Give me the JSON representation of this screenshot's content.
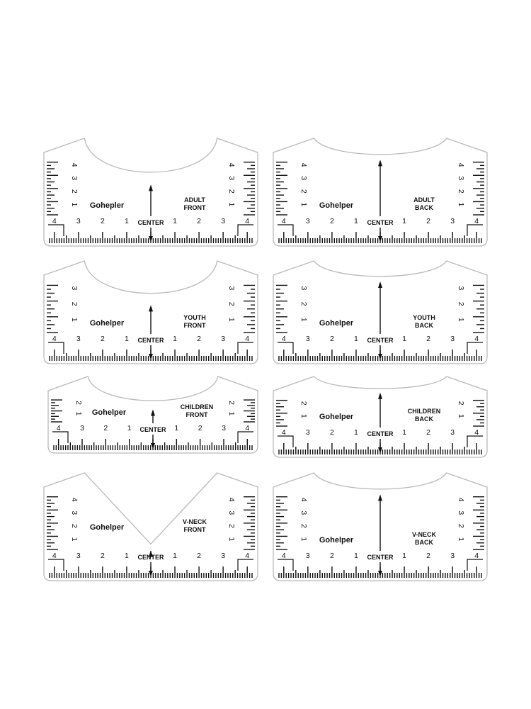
{
  "rulers": [
    {
      "id": "adult-front",
      "brand": "Gohepler",
      "line1": "ADULT",
      "line2": "FRONT",
      "center_label": "CENTER",
      "neck": "round",
      "side_scale": [
        "4",
        "3",
        "2",
        "1"
      ],
      "bottom_left": [
        "4",
        "3",
        "2",
        "1"
      ],
      "bottom_right": [
        "1",
        "2",
        "3",
        "4"
      ]
    },
    {
      "id": "adult-back",
      "brand": "Gohelper",
      "line1": "ADULT",
      "line2": "BACK",
      "center_label": "CENTER",
      "neck": "shallow",
      "side_scale": [
        "4",
        "3",
        "2",
        "1"
      ],
      "bottom_left": [
        "4",
        "3",
        "2",
        "1"
      ],
      "bottom_right": [
        "1",
        "2",
        "3",
        "4"
      ]
    },
    {
      "id": "youth-front",
      "brand": "Gohelper",
      "line1": "YOUTH",
      "line2": "FRONT",
      "center_label": "CENTER",
      "neck": "round",
      "side_scale": [
        "3",
        "2",
        "1"
      ],
      "bottom_left": [
        "4",
        "3",
        "2",
        "1"
      ],
      "bottom_right": [
        "1",
        "2",
        "3",
        "4"
      ]
    },
    {
      "id": "youth-back",
      "brand": "Gohelper",
      "line1": "YOUTH",
      "line2": "BACK",
      "center_label": "CENTER",
      "neck": "shallow",
      "side_scale": [
        "3",
        "2",
        "1"
      ],
      "bottom_left": [
        "4",
        "3",
        "2",
        "1"
      ],
      "bottom_right": [
        "1",
        "2",
        "3",
        "4"
      ]
    },
    {
      "id": "children-front",
      "brand": "Gohelper",
      "line1": "CHILDREN",
      "line2": "FRONT",
      "center_label": "CENTER",
      "neck": "round",
      "side_scale": [
        "2",
        "1"
      ],
      "bottom_left": [
        "4",
        "3",
        "2",
        "1"
      ],
      "bottom_right": [
        "1",
        "2",
        "3",
        "4"
      ]
    },
    {
      "id": "children-back",
      "brand": "Gohelper",
      "line1": "CHILDREN",
      "line2": "BACK",
      "center_label": "CENTER",
      "neck": "shallow",
      "side_scale": [
        "2",
        "1"
      ],
      "bottom_left": [
        "4",
        "3",
        "2",
        "1"
      ],
      "bottom_right": [
        "1",
        "2",
        "3",
        "4"
      ]
    },
    {
      "id": "vneck-front",
      "brand": "Gohelper",
      "line1": "V-NECK",
      "line2": "FRONT",
      "center_label": "CENTER",
      "neck": "v",
      "side_scale": [
        "4",
        "3",
        "2",
        "1"
      ],
      "bottom_left": [
        "4",
        "3",
        "2",
        "1"
      ],
      "bottom_right": [
        "1",
        "2",
        "3",
        "4"
      ]
    },
    {
      "id": "vneck-back",
      "brand": "Gohelper",
      "line1": "V-NECK",
      "line2": "BACK",
      "center_label": "CENTER",
      "neck": "shallow",
      "side_scale": [
        "4",
        "3",
        "2",
        "1"
      ],
      "bottom_left": [
        "4",
        "3",
        "2",
        "1"
      ],
      "bottom_right": [
        "1",
        "2",
        "3",
        "4"
      ]
    }
  ]
}
